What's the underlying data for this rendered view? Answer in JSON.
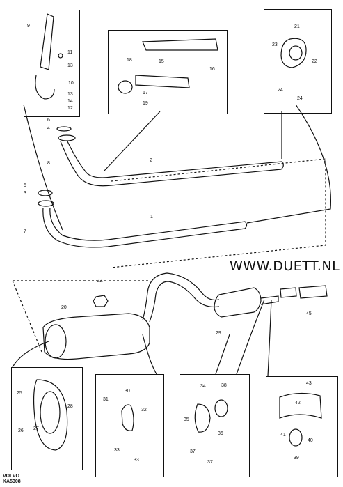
{
  "watermark": "WWW.DUETT.NL",
  "footer": {
    "brand": "VOLVO",
    "code": "KA5308"
  },
  "callouts": {
    "n1": "1",
    "n2": "2",
    "n3": "3",
    "n4": "4",
    "n5": "5",
    "n6": "6",
    "n7": "7",
    "n8": "8",
    "n9": "9",
    "n10": "10",
    "n11": "11",
    "n12": "12",
    "n13a": "13",
    "n13b": "13",
    "n14": "14",
    "n15": "15",
    "n16": "16",
    "n17": "17",
    "n18": "18",
    "n19": "19",
    "n20": "20",
    "n21": "21",
    "n22": "22",
    "n23": "23",
    "n24a": "24",
    "n24b": "24",
    "n25": "25",
    "n26": "26",
    "n27": "27",
    "n28": "28",
    "n29": "29",
    "n30": "30",
    "n31": "31",
    "n32": "32",
    "n33a": "33",
    "n33b": "33",
    "n34": "34",
    "n35": "35",
    "n36": "36",
    "n37a": "37",
    "n37b": "37",
    "n38": "38",
    "n39": "39",
    "n40": "40",
    "n41": "41",
    "n42": "42",
    "n43": "43",
    "n44": "44",
    "n45": "45"
  }
}
